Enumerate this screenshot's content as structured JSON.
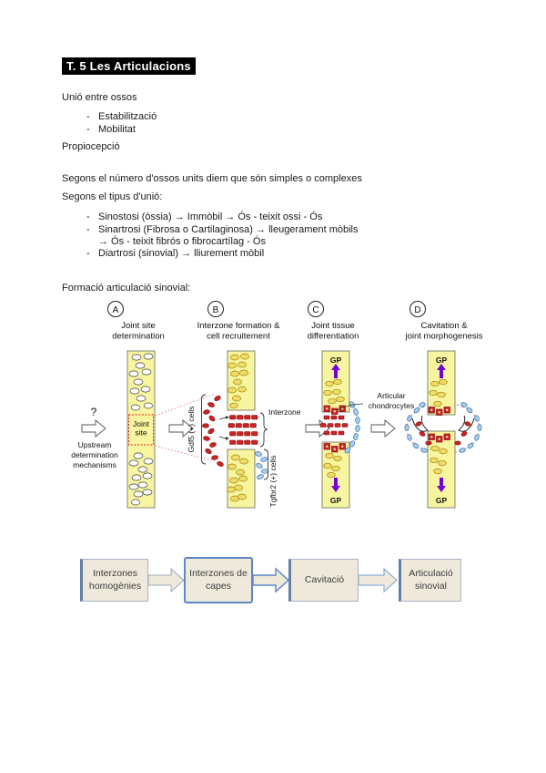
{
  "document": {
    "title": "T. 5 Les Articulacions",
    "bullet_char": "-",
    "paragraphs": {
      "union": "Unió entre ossos",
      "union_items": [
        "Estabilització",
        "Mobilitat"
      ],
      "propiocepcio": "Propiocepció",
      "segons_numero": "Segons el número d'ossos units diem que són simples o complexes",
      "segons_tipus": "Segons el tipus d'unió:",
      "tipus_items": {
        "sinostosi": "Sinostosi (òssia) → Immòbil → Ós - teixit ossi - Ós",
        "sinartrosi_l1": "Sinartrosi (Fibrosa o Cartilaginosa) → lleugerament mòbils",
        "sinartrosi_l2": "→ Ós - teixit fibrós o fibrocartílag - Ós",
        "diartrosi": "Diartrosi (sinovial) → lliurement mòbil"
      },
      "formacio": "Formació articulació sinovial:"
    }
  },
  "figure": {
    "panels": [
      {
        "letter": "A",
        "title_line1": "Joint site",
        "title_line2": "determination"
      },
      {
        "letter": "B",
        "title_line1": "Interzone formation &",
        "title_line2": "cell recruitement"
      },
      {
        "letter": "C",
        "title_line1": "Joint tissue",
        "title_line2": "differentiation"
      },
      {
        "letter": "D",
        "title_line1": "Cavitation &",
        "title_line2": "joint morphogenesis"
      }
    ],
    "labels": {
      "question": "?",
      "upstream_l1": "Upstream",
      "upstream_l2": "determination",
      "upstream_l3": "mechanisms",
      "joint_site_l1": "Joint",
      "joint_site_l2": "site",
      "gdf5_cells": "Gdf5 (+) cells",
      "interzone": "Interzone",
      "tgfbr2_cells": "Tgfbr2 (+) cells",
      "articular_l1": "Articular",
      "articular_l2": "chondrocytes",
      "gp": "GP"
    },
    "colors": {
      "bar_yellow": "#F8F5A0",
      "red_cell": "#CC2222",
      "blue_cell": "#A8CEEE",
      "yellow_cell": "#EFDC6A",
      "purple_arrow": "#7700D5"
    }
  },
  "flowchart": {
    "boxes": [
      "Interzones homogènies",
      "Interzones de capes",
      "Cavitació",
      "Articulació sinovial"
    ]
  }
}
